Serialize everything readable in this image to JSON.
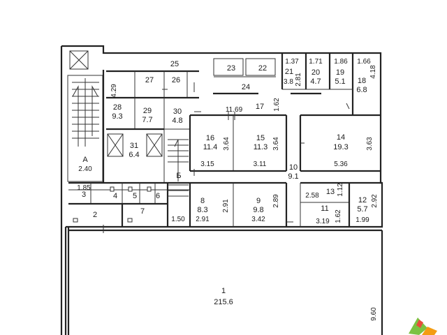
{
  "rooms": [
    {
      "id": "r25",
      "number": "25",
      "area": "",
      "dims": []
    },
    {
      "id": "r23",
      "number": "23",
      "area": "",
      "dims": []
    },
    {
      "id": "r22",
      "number": "22",
      "area": "",
      "dims": []
    },
    {
      "id": "r21",
      "number": "21",
      "area": "",
      "dims": [
        "1.37",
        "2.81"
      ]
    },
    {
      "id": "r20",
      "number": "20",
      "area": "4.7",
      "dims": [
        "1.71"
      ]
    },
    {
      "id": "r19",
      "number": "19",
      "area": "5.1",
      "dims": [
        "1.86"
      ]
    },
    {
      "id": "r18",
      "number": "18",
      "area": "6.8",
      "dims": [
        "1.66",
        "4.18"
      ]
    },
    {
      "id": "r27",
      "number": "27",
      "area": "",
      "dims": []
    },
    {
      "id": "r26",
      "number": "26",
      "area": "",
      "dims": []
    },
    {
      "id": "r24",
      "number": "24",
      "area": "",
      "dims": []
    },
    {
      "id": "r28",
      "number": "28",
      "area": "9.3",
      "dims": [
        "4.29"
      ]
    },
    {
      "id": "r29",
      "number": "29",
      "area": "7.7",
      "dims": []
    },
    {
      "id": "r30",
      "number": "30",
      "area": "4.8",
      "dims": []
    },
    {
      "id": "r17",
      "number": "17",
      "area": "",
      "dims": [
        "11.69",
        "1.62"
      ]
    },
    {
      "id": "r31",
      "number": "31",
      "area": "6.4",
      "dims": []
    },
    {
      "id": "r16",
      "number": "16",
      "area": "11.4",
      "dims": [
        "3.64",
        "3.15"
      ]
    },
    {
      "id": "r15",
      "number": "15",
      "area": "11.3",
      "dims": [
        "3.64",
        "3.11"
      ]
    },
    {
      "id": "r14",
      "number": "14",
      "area": "19.3",
      "dims": [
        "3.63",
        "5.36"
      ]
    },
    {
      "id": "rA",
      "number": "А",
      "area": "",
      "dims": [
        "2.40"
      ]
    },
    {
      "id": "rB",
      "number": "Б",
      "area": "",
      "dims": []
    },
    {
      "id": "r10",
      "number": "10",
      "area": "9.1",
      "dims": []
    },
    {
      "id": "r3",
      "number": "3",
      "area": "",
      "dims": [
        "1.85"
      ]
    },
    {
      "id": "r4",
      "number": "4",
      "area": "",
      "dims": []
    },
    {
      "id": "r5",
      "number": "5",
      "area": "",
      "dims": []
    },
    {
      "id": "r6",
      "number": "6",
      "area": "",
      "dims": []
    },
    {
      "id": "r8",
      "number": "8",
      "area": "8.3",
      "dims": [
        "2.91",
        "2.91"
      ]
    },
    {
      "id": "r9",
      "number": "9",
      "area": "9.8",
      "dims": [
        "2.89",
        "3.42"
      ]
    },
    {
      "id": "r13",
      "number": "13",
      "area": "",
      "dims": [
        "2.58",
        "1.12"
      ]
    },
    {
      "id": "r12",
      "number": "12",
      "area": "5.7",
      "dims": [
        "2.92",
        "1.99"
      ]
    },
    {
      "id": "r11",
      "number": "11",
      "area": "",
      "dims": [
        "3.19",
        "1.62"
      ]
    },
    {
      "id": "r2",
      "number": "2",
      "area": "",
      "dims": []
    },
    {
      "id": "r7",
      "number": "7",
      "area": "",
      "dims": [
        "1.50"
      ]
    },
    {
      "id": "r1",
      "number": "1",
      "area": "215.6",
      "dims": [
        "9.60"
      ]
    }
  ],
  "colors": {
    "wall": "#222222",
    "background": "#ffffff",
    "logo_green": "#7cc242",
    "logo_orange": "#f39c12"
  }
}
